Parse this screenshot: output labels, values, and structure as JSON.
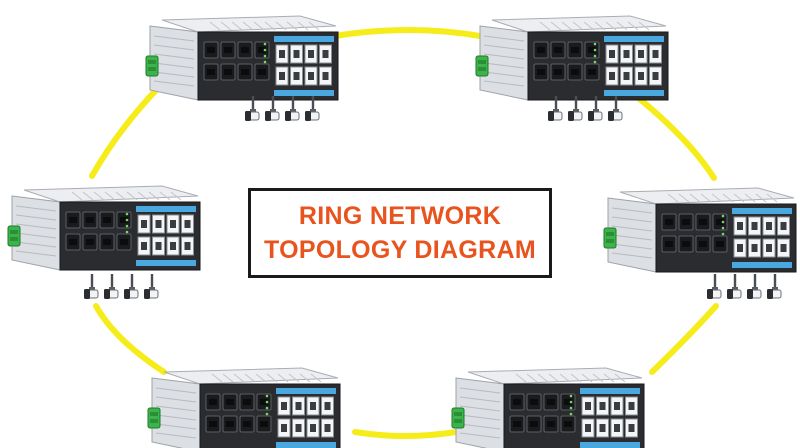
{
  "diagram": {
    "title_lines": [
      "RING NETWORK",
      "TOPOLOGY DIAGRAM"
    ],
    "colors": {
      "ring_link": "#f5ec1a",
      "title_text": "#e8531e",
      "title_border": "#1a1a1a",
      "switch_body": "#dcdfe3",
      "switch_panel": "#2a2c30",
      "port_accent": "#4aa8e0",
      "din_clip": "#3cb44b"
    },
    "nodes": [
      {
        "id": "switch-top-left",
        "icon": "industrial-switch-icon",
        "cameras": 4
      },
      {
        "id": "switch-top-right",
        "icon": "industrial-switch-icon",
        "cameras": 4
      },
      {
        "id": "switch-middle-right",
        "icon": "industrial-switch-icon",
        "cameras": 4
      },
      {
        "id": "switch-bottom-right",
        "icon": "industrial-switch-icon",
        "cameras": 0
      },
      {
        "id": "switch-bottom-left",
        "icon": "industrial-switch-icon",
        "cameras": 0
      },
      {
        "id": "switch-middle-left",
        "icon": "industrial-switch-icon",
        "cameras": 4
      }
    ],
    "links": [
      [
        "switch-top-left",
        "switch-top-right"
      ],
      [
        "switch-top-right",
        "switch-middle-right"
      ],
      [
        "switch-middle-right",
        "switch-bottom-right"
      ],
      [
        "switch-bottom-right",
        "switch-bottom-left"
      ],
      [
        "switch-bottom-left",
        "switch-middle-left"
      ],
      [
        "switch-middle-left",
        "switch-top-left"
      ]
    ],
    "camera_icon": "bullet-camera-icon"
  }
}
